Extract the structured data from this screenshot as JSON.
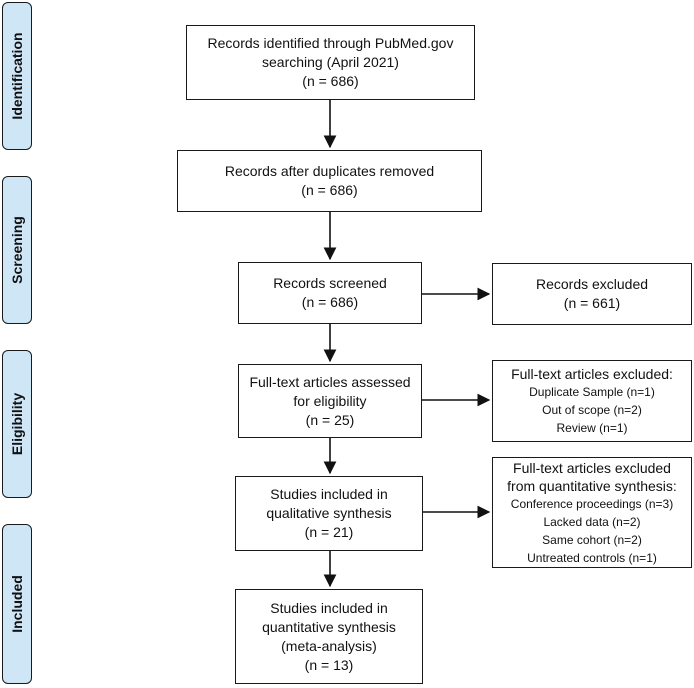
{
  "phases": {
    "identification": "Identification",
    "screening": "Screening",
    "eligibility": "Eligibility",
    "included": "Included"
  },
  "boxes": {
    "identified": [
      "Records identified through PubMed.gov",
      "searching (April 2021)",
      "(n = 686)"
    ],
    "duplicates_removed": [
      "Records after duplicates removed",
      "(n = 686)"
    ],
    "screened": [
      "Records screened",
      "(n = 686)"
    ],
    "excluded": [
      "Records excluded",
      "(n = 661)"
    ],
    "fulltext_assessed": [
      "Full-text articles assessed",
      "for eligibility",
      "(n = 25)"
    ],
    "fulltext_excluded": [
      "Full-text articles excluded:",
      "Duplicate Sample (n=1)",
      "Out of scope (n=2)",
      "Review (n=1)"
    ],
    "qualitative": [
      "Studies included in",
      "qualitative synthesis",
      "(n = 21)"
    ],
    "quant_excluded": [
      "Full-text articles excluded",
      "from quantitative synthesis:",
      "Conference proceedings (n=3)",
      "Lacked data (n=2)",
      "Same cohort (n=2)",
      "Untreated controls (n=1)"
    ],
    "quantitative": [
      "Studies included in",
      "quantitative synthesis",
      "(meta-analysis)",
      "(n = 13)"
    ]
  }
}
